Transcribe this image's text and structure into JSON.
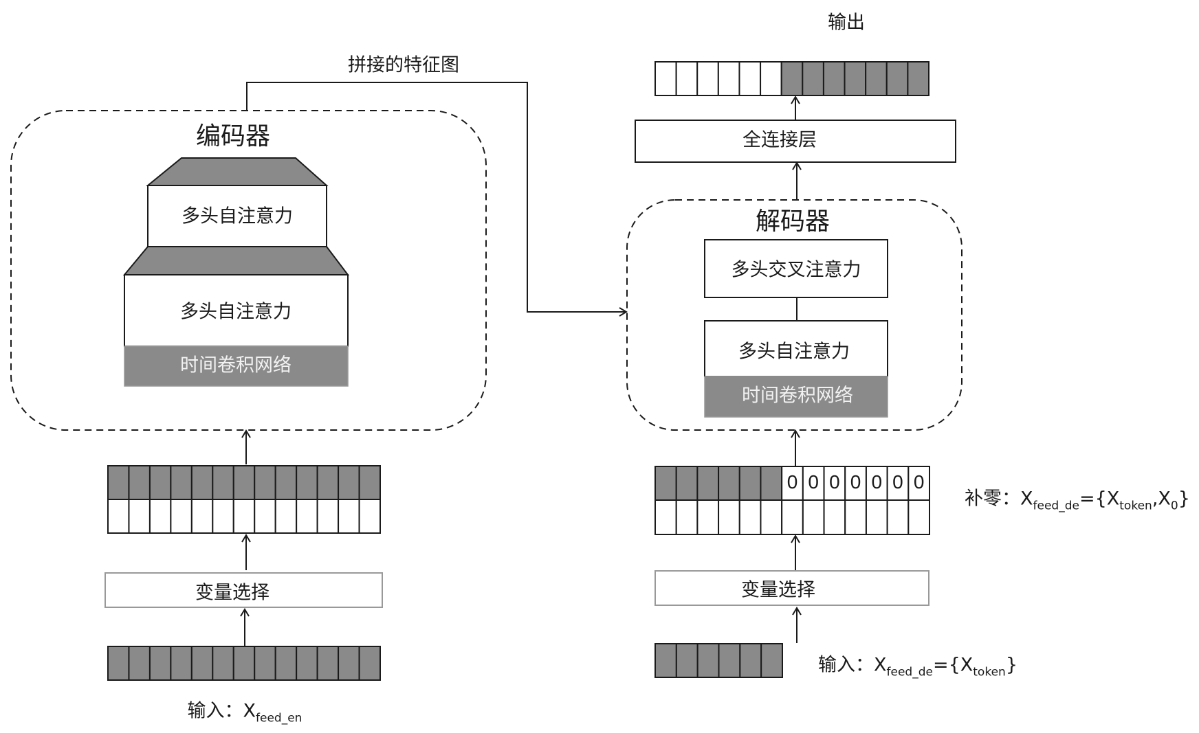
{
  "labels": {
    "output": "输出",
    "concat_feature_map": "拼接的特征图",
    "fully_connected": "全连接层",
    "encoder": {
      "title": "编码器",
      "upper_attention": "多头自注意力",
      "lower_attention": "多头自注意力",
      "tcn": "时间卷积网络",
      "variable_selection": "变量选择",
      "input_prefix": "输入：",
      "input_var": "X",
      "input_sub": "feed_en"
    },
    "decoder": {
      "title": "解码器",
      "cross_attention": "多头交叉注意力",
      "self_attention": "多头自注意力",
      "tcn": "时间卷积网络",
      "variable_selection": "变量选择",
      "input_prefix": "输入：",
      "input_var": "X",
      "input_sub": "feed_de",
      "input_rest_1": "={X",
      "input_rest_sub": "token",
      "input_rest_2": "}",
      "padding_prefix": "补零：",
      "padding_var": "X",
      "padding_sub": "feed_de",
      "padding_eq": "={X",
      "padding_sub2": "token",
      "padding_comma": ",X",
      "padding_sub3": "0",
      "padding_close": "}"
    }
  },
  "sequences": {
    "encoder_input": {
      "cells": 13,
      "filled": [
        0,
        1,
        2,
        3,
        4,
        5,
        6,
        7,
        8,
        9,
        10,
        11,
        12
      ]
    },
    "encoder_features": {
      "cells": 13,
      "top_filled": 13,
      "bottom_filled": 0
    },
    "decoder_input": {
      "cells": 6,
      "filled": [
        0,
        1,
        2,
        3,
        4,
        5
      ]
    },
    "decoder_features": {
      "cells": 13,
      "top_filled": 6,
      "zero_cells": 7,
      "zero_symbol": "0"
    },
    "output": {
      "cells": 13,
      "white": 6,
      "filled": 7
    }
  },
  "colors": {
    "fill_gray": "#8a8a8a",
    "stroke": "#1a1a1a",
    "light_border": "#999999"
  }
}
